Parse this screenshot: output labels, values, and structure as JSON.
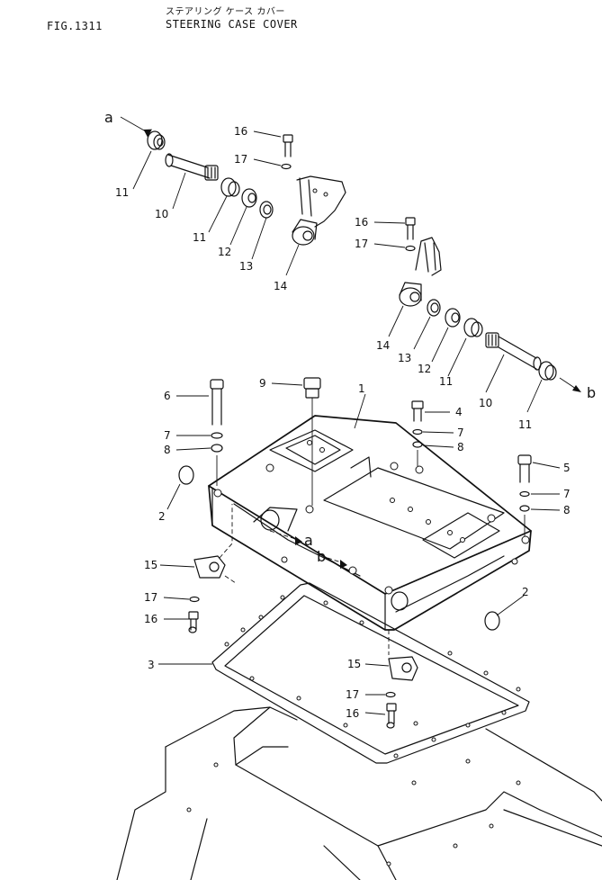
{
  "header": {
    "fig_no": "FIG.1311",
    "title_jp": "ステアリング ケース カバー",
    "title_en": "STEERING CASE COVER"
  },
  "callouts": [
    {
      "id": "c-1",
      "text": "1"
    },
    {
      "id": "c-2a",
      "text": "2"
    },
    {
      "id": "c-2b",
      "text": "2"
    },
    {
      "id": "c-3",
      "text": "3"
    },
    {
      "id": "c-4",
      "text": "4"
    },
    {
      "id": "c-5",
      "text": "5"
    },
    {
      "id": "c-6",
      "text": "6"
    },
    {
      "id": "c-7a",
      "text": "7"
    },
    {
      "id": "c-7b",
      "text": "7"
    },
    {
      "id": "c-7c",
      "text": "7"
    },
    {
      "id": "c-8a",
      "text": "8"
    },
    {
      "id": "c-8b",
      "text": "8"
    },
    {
      "id": "c-8c",
      "text": "8"
    },
    {
      "id": "c-9",
      "text": "9"
    },
    {
      "id": "c-10a",
      "text": "10"
    },
    {
      "id": "c-10b",
      "text": "10"
    },
    {
      "id": "c-11a",
      "text": "11"
    },
    {
      "id": "c-11b",
      "text": "11"
    },
    {
      "id": "c-11c",
      "text": "11"
    },
    {
      "id": "c-11d",
      "text": "11"
    },
    {
      "id": "c-12a",
      "text": "12"
    },
    {
      "id": "c-12b",
      "text": "12"
    },
    {
      "id": "c-13a",
      "text": "13"
    },
    {
      "id": "c-13b",
      "text": "13"
    },
    {
      "id": "c-14a",
      "text": "14"
    },
    {
      "id": "c-14b",
      "text": "14"
    },
    {
      "id": "c-15a",
      "text": "15"
    },
    {
      "id": "c-15b",
      "text": "15"
    },
    {
      "id": "c-16a",
      "text": "16"
    },
    {
      "id": "c-16b",
      "text": "16"
    },
    {
      "id": "c-16c",
      "text": "16"
    },
    {
      "id": "c-16d",
      "text": "16"
    },
    {
      "id": "c-17a",
      "text": "17"
    },
    {
      "id": "c-17b",
      "text": "17"
    },
    {
      "id": "c-17c",
      "text": "17"
    },
    {
      "id": "c-17d",
      "text": "17"
    }
  ],
  "view_marks": [
    {
      "id": "v-a1",
      "text": "a"
    },
    {
      "id": "v-b1",
      "text": "b"
    },
    {
      "id": "v-a2",
      "text": "a"
    },
    {
      "id": "v-b2",
      "text": "b"
    }
  ]
}
